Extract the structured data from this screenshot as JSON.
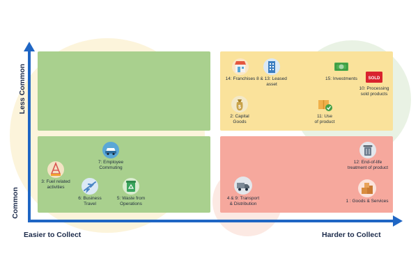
{
  "axes": {
    "x_left": "Easier to Collect",
    "x_right": "Harder to Collect",
    "y_top": "Less Common",
    "y_bottom": "Common"
  },
  "colors": {
    "axis": "#1f66c4",
    "easy_quadrants": "#a9d08e",
    "hard_less_common": "#fae29b",
    "hard_common": "#f6a89d"
  },
  "items": {
    "fuel": {
      "label": "3: Fuel related\nactivities",
      "icon": "oil-rig-icon"
    },
    "commuting": {
      "label": "7: Employee\nCommuting",
      "icon": "car-icon"
    },
    "business_travel": {
      "label": "6: Business\nTravel",
      "icon": "airplane-icon"
    },
    "waste": {
      "label": "5: Waste from\nOperations",
      "icon": "recycle-bin-icon"
    },
    "franchises": {
      "label": "14: Franchises",
      "icon": "storefront-icon"
    },
    "leased": {
      "label": "8 & 13: Leased\nasset",
      "icon": "office-building-icon"
    },
    "investments": {
      "label": "15: Investments",
      "icon": "money-icon"
    },
    "processing": {
      "label": "10: Processing\nsold products",
      "icon": "sold-sign-icon",
      "badge": "SOLD"
    },
    "capital": {
      "label": "2: Capital\nGoods",
      "icon": "money-bag-icon"
    },
    "use": {
      "label": "11: Use\nof product",
      "icon": "package-check-icon"
    },
    "end_of_life": {
      "label": "12: End-of-life\ntreatment of product",
      "icon": "trash-can-icon"
    },
    "transport": {
      "label": "4 & 9: Transport\n& Distribution",
      "icon": "delivery-truck-icon"
    },
    "goods": {
      "label": "1 : Goods & Services",
      "icon": "boxes-icon"
    }
  }
}
